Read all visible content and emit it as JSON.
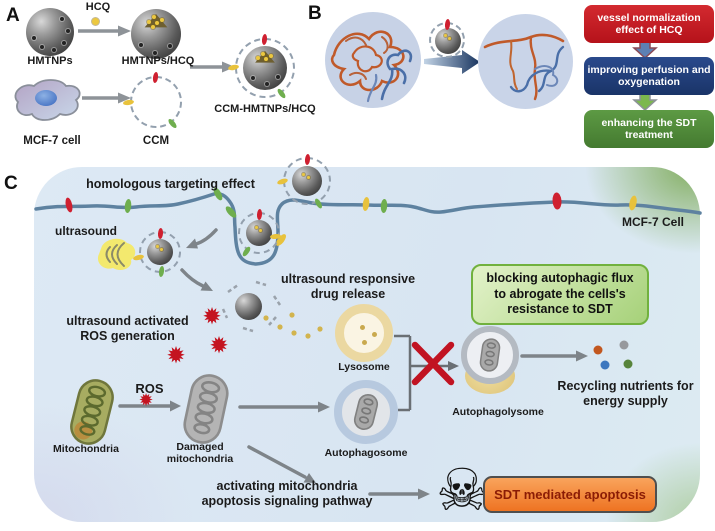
{
  "figure": {
    "panel_a": {
      "label": "A",
      "hcq_label": "HCQ",
      "hmtnps_label": "HMTNPs",
      "hmtnps_hcq_label": "HMTNPs/HCQ",
      "mcf7_label": "MCF-7 cell",
      "ccm_label": "CCM",
      "ccm_hmtnps_hcq_label": "CCM-HMTNPs/HCQ"
    },
    "panel_b": {
      "label": "B",
      "flow_boxes": [
        {
          "text": "vessel normalization effect of HCQ",
          "color": "#c5161d"
        },
        {
          "text": "improving perfusion and oxygenation",
          "color": "#1f3d7c"
        },
        {
          "text": "enhancing the SDT treatment",
          "color": "#4f8b38"
        }
      ]
    },
    "panel_c": {
      "label": "C",
      "cell_label": "MCF-7 Cell",
      "homologous_label": "homologous targeting effect",
      "ultrasound_label": "ultrasound",
      "drug_release_label": "ultrasound responsive drug release",
      "ros_generation_label": "ultrasound activated ROS generation",
      "ros_label": "ROS",
      "mitochondria_label": "Mitochondria",
      "damaged_mitochondria_label": "Damaged mitochondria",
      "lysosome_label": "Lysosome",
      "autophagosome_label": "Autophagosome",
      "autophagolysome_label": "Autophagolysome",
      "blocking_box": "blocking autophagic flux to abrogate the cells's resistance to SDT",
      "recycling_label": "Recycling nutrients for energy supply",
      "apoptosis_pathway_label": "activating mitochondria apoptosis signaling pathway",
      "sdt_apoptosis_box": "SDT mediated apoptosis"
    },
    "icons": {
      "skull": "☠",
      "ros_star": "✹"
    },
    "colors": {
      "red_box": "#c5161d",
      "blue_box": "#1f3d7c",
      "green_box": "#4f8b38",
      "blocking_box_fill": "#bfe08f",
      "blocking_box_border": "#71b13e",
      "sdt_box_fill": "#f08232",
      "sdt_box_text": "#8b1c05",
      "ros_red": "#c41420",
      "hcq_yellow": "#ecc83f",
      "cell_background": "#dce8f3",
      "membrane": "#5e82a0",
      "vessel_orange": "#c05a2a",
      "vessel_blue": "#4a6fa8",
      "lysosome_ring": "#ebd8a1",
      "autophagosome_ring": "#b7c9df"
    }
  }
}
